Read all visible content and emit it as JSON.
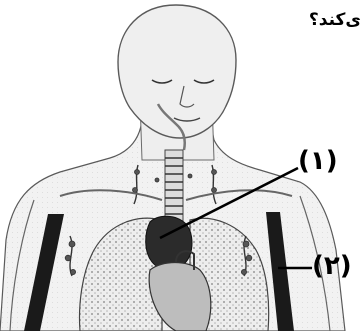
{
  "question": {
    "fragment": "ی‌کند؟"
  },
  "labels": {
    "label_1": "(۱)",
    "label_2": "(۲)"
  }
}
